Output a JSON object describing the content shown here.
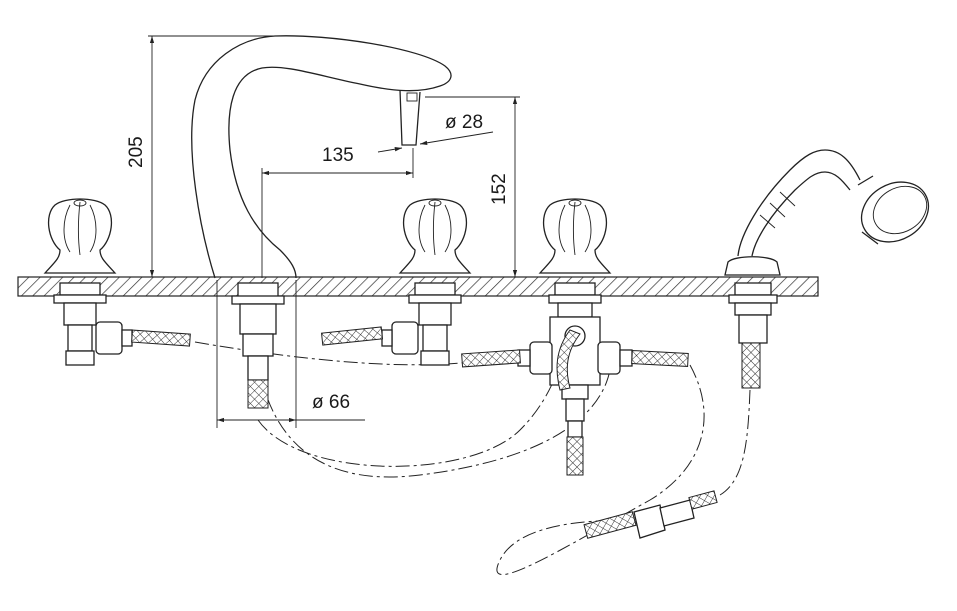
{
  "dimensions": {
    "total_height": "205",
    "spout_reach": "135",
    "spout_height": "152",
    "outlet_diameter": "ø 28",
    "hole_diameter": "ø 66"
  },
  "components": [
    {
      "id": "left-handle-valve"
    },
    {
      "id": "spout"
    },
    {
      "id": "right-handle-valve"
    },
    {
      "id": "diverter-handle-valve"
    },
    {
      "id": "hand-shower"
    }
  ]
}
